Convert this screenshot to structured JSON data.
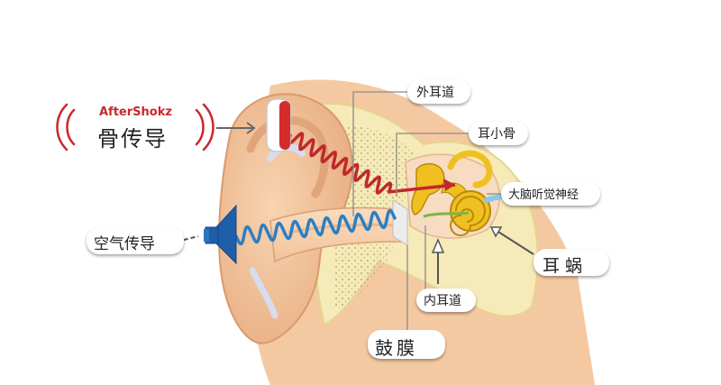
{
  "brand": {
    "name": "AfterShokz"
  },
  "labels": {
    "bone_conduction": "骨传导",
    "air_conduction": "空气传导",
    "outer_ear_canal": "外耳道",
    "ossicles": "耳小骨",
    "auditory_nerve": "大脑听觉神经",
    "cochlea": "耳蜗",
    "inner_ear_canal": "内耳道",
    "eardrum": "鼓膜"
  },
  "colors": {
    "bone_wave": "#c0282c",
    "air_wave": "#2a7fc4",
    "skin": "#f2c9a0",
    "bone": "#f5eab8",
    "cochlea": "#f0c020",
    "speaker": "#1f5ea8"
  },
  "icons": {
    "bone_device": "bone-conduction-transducer-icon",
    "air_device": "air-speaker-icon",
    "sound_waves": "sound-wave-arcs-icon"
  }
}
